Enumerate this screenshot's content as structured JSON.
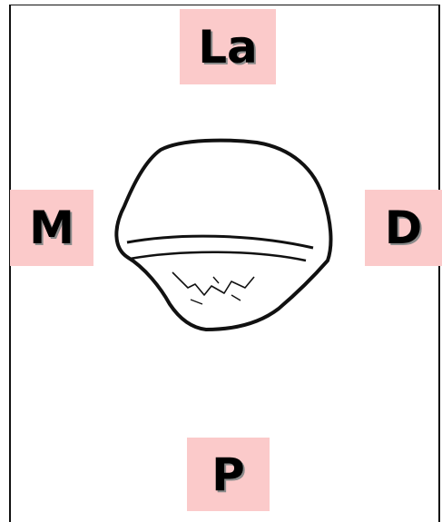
{
  "labels": {
    "top": "La",
    "left": "M",
    "right": "D",
    "bottom": "P"
  },
  "colors": {
    "label_background": "#fbcaca",
    "outline": "#111111"
  },
  "icons": {
    "drawing": "tooth-outline-icon"
  }
}
